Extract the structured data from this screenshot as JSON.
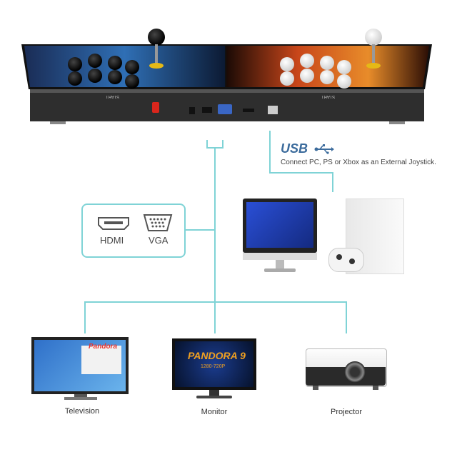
{
  "usb": {
    "title": "USB",
    "description": "Connect PC, PS or Xbox as an External Joystick."
  },
  "video_ports": {
    "hdmi_label": "HDMI",
    "vga_label": "VGA"
  },
  "outputs": [
    {
      "label": "Television"
    },
    {
      "label": "Monitor"
    },
    {
      "label": "Projector"
    }
  ],
  "screens": {
    "monitor_title": "PANDORA 9",
    "monitor_res": "1280-720P",
    "tv_title": "Pandora"
  },
  "console": {
    "left_label": "START",
    "right_label": "START"
  },
  "colors": {
    "line": "#7fd3d6",
    "usb_blue": "#3b6b9c"
  }
}
